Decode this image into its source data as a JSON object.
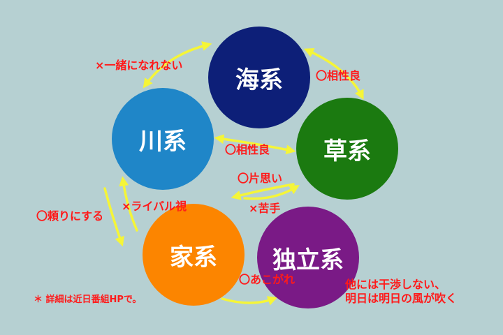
{
  "nodes": {
    "umi": {
      "label": "海系",
      "color": "#0d1f78"
    },
    "kusa": {
      "label": "草系",
      "color": "#1b7a10"
    },
    "kawa": {
      "label": "川系",
      "color": "#1f86c8"
    },
    "ie": {
      "label": "家系",
      "color": "#fc8500"
    },
    "dokuritsu": {
      "label": "独立系",
      "color": "#7a1a86"
    }
  },
  "relations": {
    "umi_kawa": "×一緒になれない",
    "umi_kusa": "〇相性良",
    "kawa_kusa": "〇相性良",
    "kusa_kawa_oneway": "〇片思い",
    "dokuritsu_kusa": "×苦手",
    "ie_kawa_rival": "×ライバル視",
    "kawa_ie_rely": "〇頼りにする",
    "ie_dokuritsu": "〇あこがれ"
  },
  "dokuritsu_note": [
    "他には干渉しない、",
    "明日は明日の風が吹く"
  ],
  "footnote": {
    "mark": "＊",
    "text": "詳細は近日番組HPで。"
  },
  "colors": {
    "arrow": "#f5f538",
    "label": "#ff1a1a",
    "background": "#b6d0d2"
  }
}
